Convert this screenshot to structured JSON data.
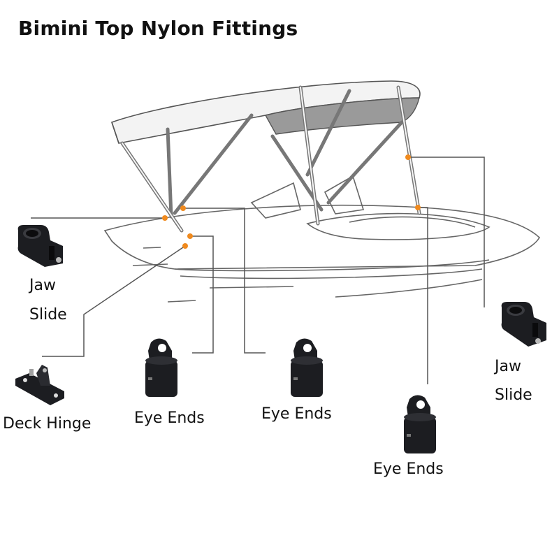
{
  "title": "Bimini Top Nylon Fittings",
  "parts": {
    "jaw_slide_left": {
      "line1": "Jaw",
      "line2": "Slide",
      "icon": "jaw-slide-icon"
    },
    "deck_hinge": {
      "label": "Deck Hinge",
      "icon": "deck-hinge-icon"
    },
    "eye_ends_1": {
      "label": "Eye Ends",
      "icon": "eye-end-icon"
    },
    "eye_ends_2": {
      "label": "Eye Ends",
      "icon": "eye-end-icon"
    },
    "eye_ends_3": {
      "label": "Eye Ends",
      "icon": "eye-end-icon"
    },
    "jaw_slide_right": {
      "line1": "Jaw",
      "line2": "Slide",
      "icon": "jaw-slide-icon"
    }
  },
  "colors": {
    "marker": "#f08a1e",
    "fitting": "#1c1d21",
    "canopy_top": "#9a9a9a",
    "line": "#555555"
  }
}
